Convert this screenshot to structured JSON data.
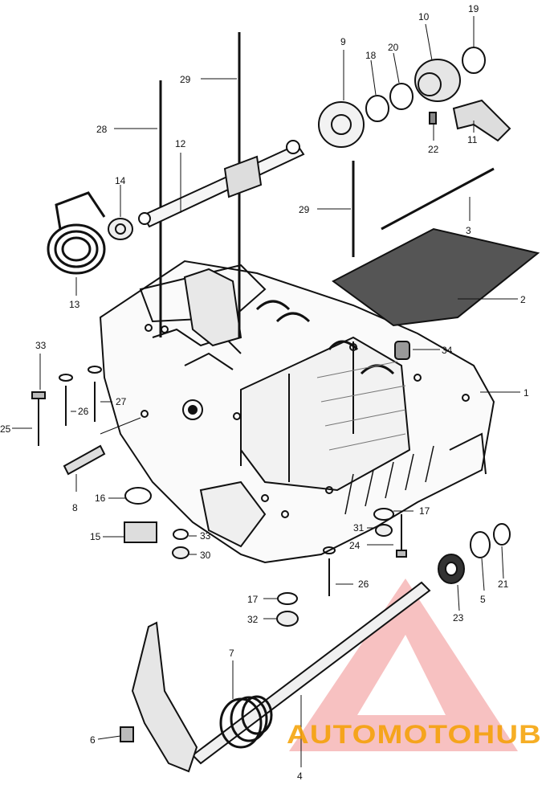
{
  "callouts": [
    "1",
    "2",
    "3",
    "4",
    "5",
    "6",
    "7",
    "8",
    "9",
    "10",
    "11",
    "12",
    "13",
    "14",
    "15",
    "16",
    "17",
    "18",
    "19",
    "20",
    "21",
    "22",
    "23",
    "24",
    "25",
    "26",
    "27",
    "28",
    "29",
    "30",
    "31",
    "32",
    "33",
    "34"
  ],
  "logo": {
    "text": "AUTOMOTOHUB",
    "orange": "#f5a000",
    "red": "#e8363a",
    "gray": "#555555",
    "triangle": "#e74c4c"
  },
  "colors": {
    "line": "#111111",
    "background": "#ffffff"
  }
}
